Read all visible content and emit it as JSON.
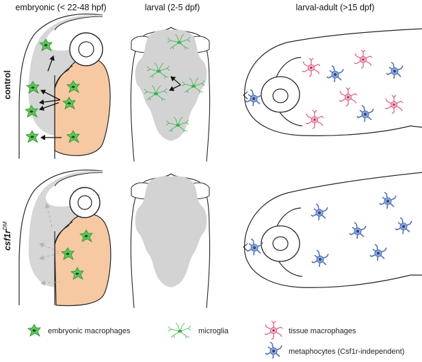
{
  "columns": {
    "embryonic": "embryonic (< 22-48 hpf)",
    "larval": "larval (2-5 dpf)",
    "adult": "larval-adult (>15 dpf)"
  },
  "rows": {
    "control": "control",
    "mutant_gene": "csf1r",
    "mutant_superscript": "DM"
  },
  "legend": {
    "embryonic_macrophages": "embryonic macrophages",
    "microglia": "microglia",
    "tissue_macrophages": "tissue macrophages",
    "metaphocytes": "metaphocytes (Csf1r-independent)"
  },
  "colors": {
    "embryonic_macrophage": "#5cc85a",
    "microglia": "#39b54a",
    "tissue_macrophage": "#d9527a",
    "metaphocyte": "#4f6fb5",
    "yolk": "#f6c9a3",
    "brain": "#d3d3d3"
  }
}
